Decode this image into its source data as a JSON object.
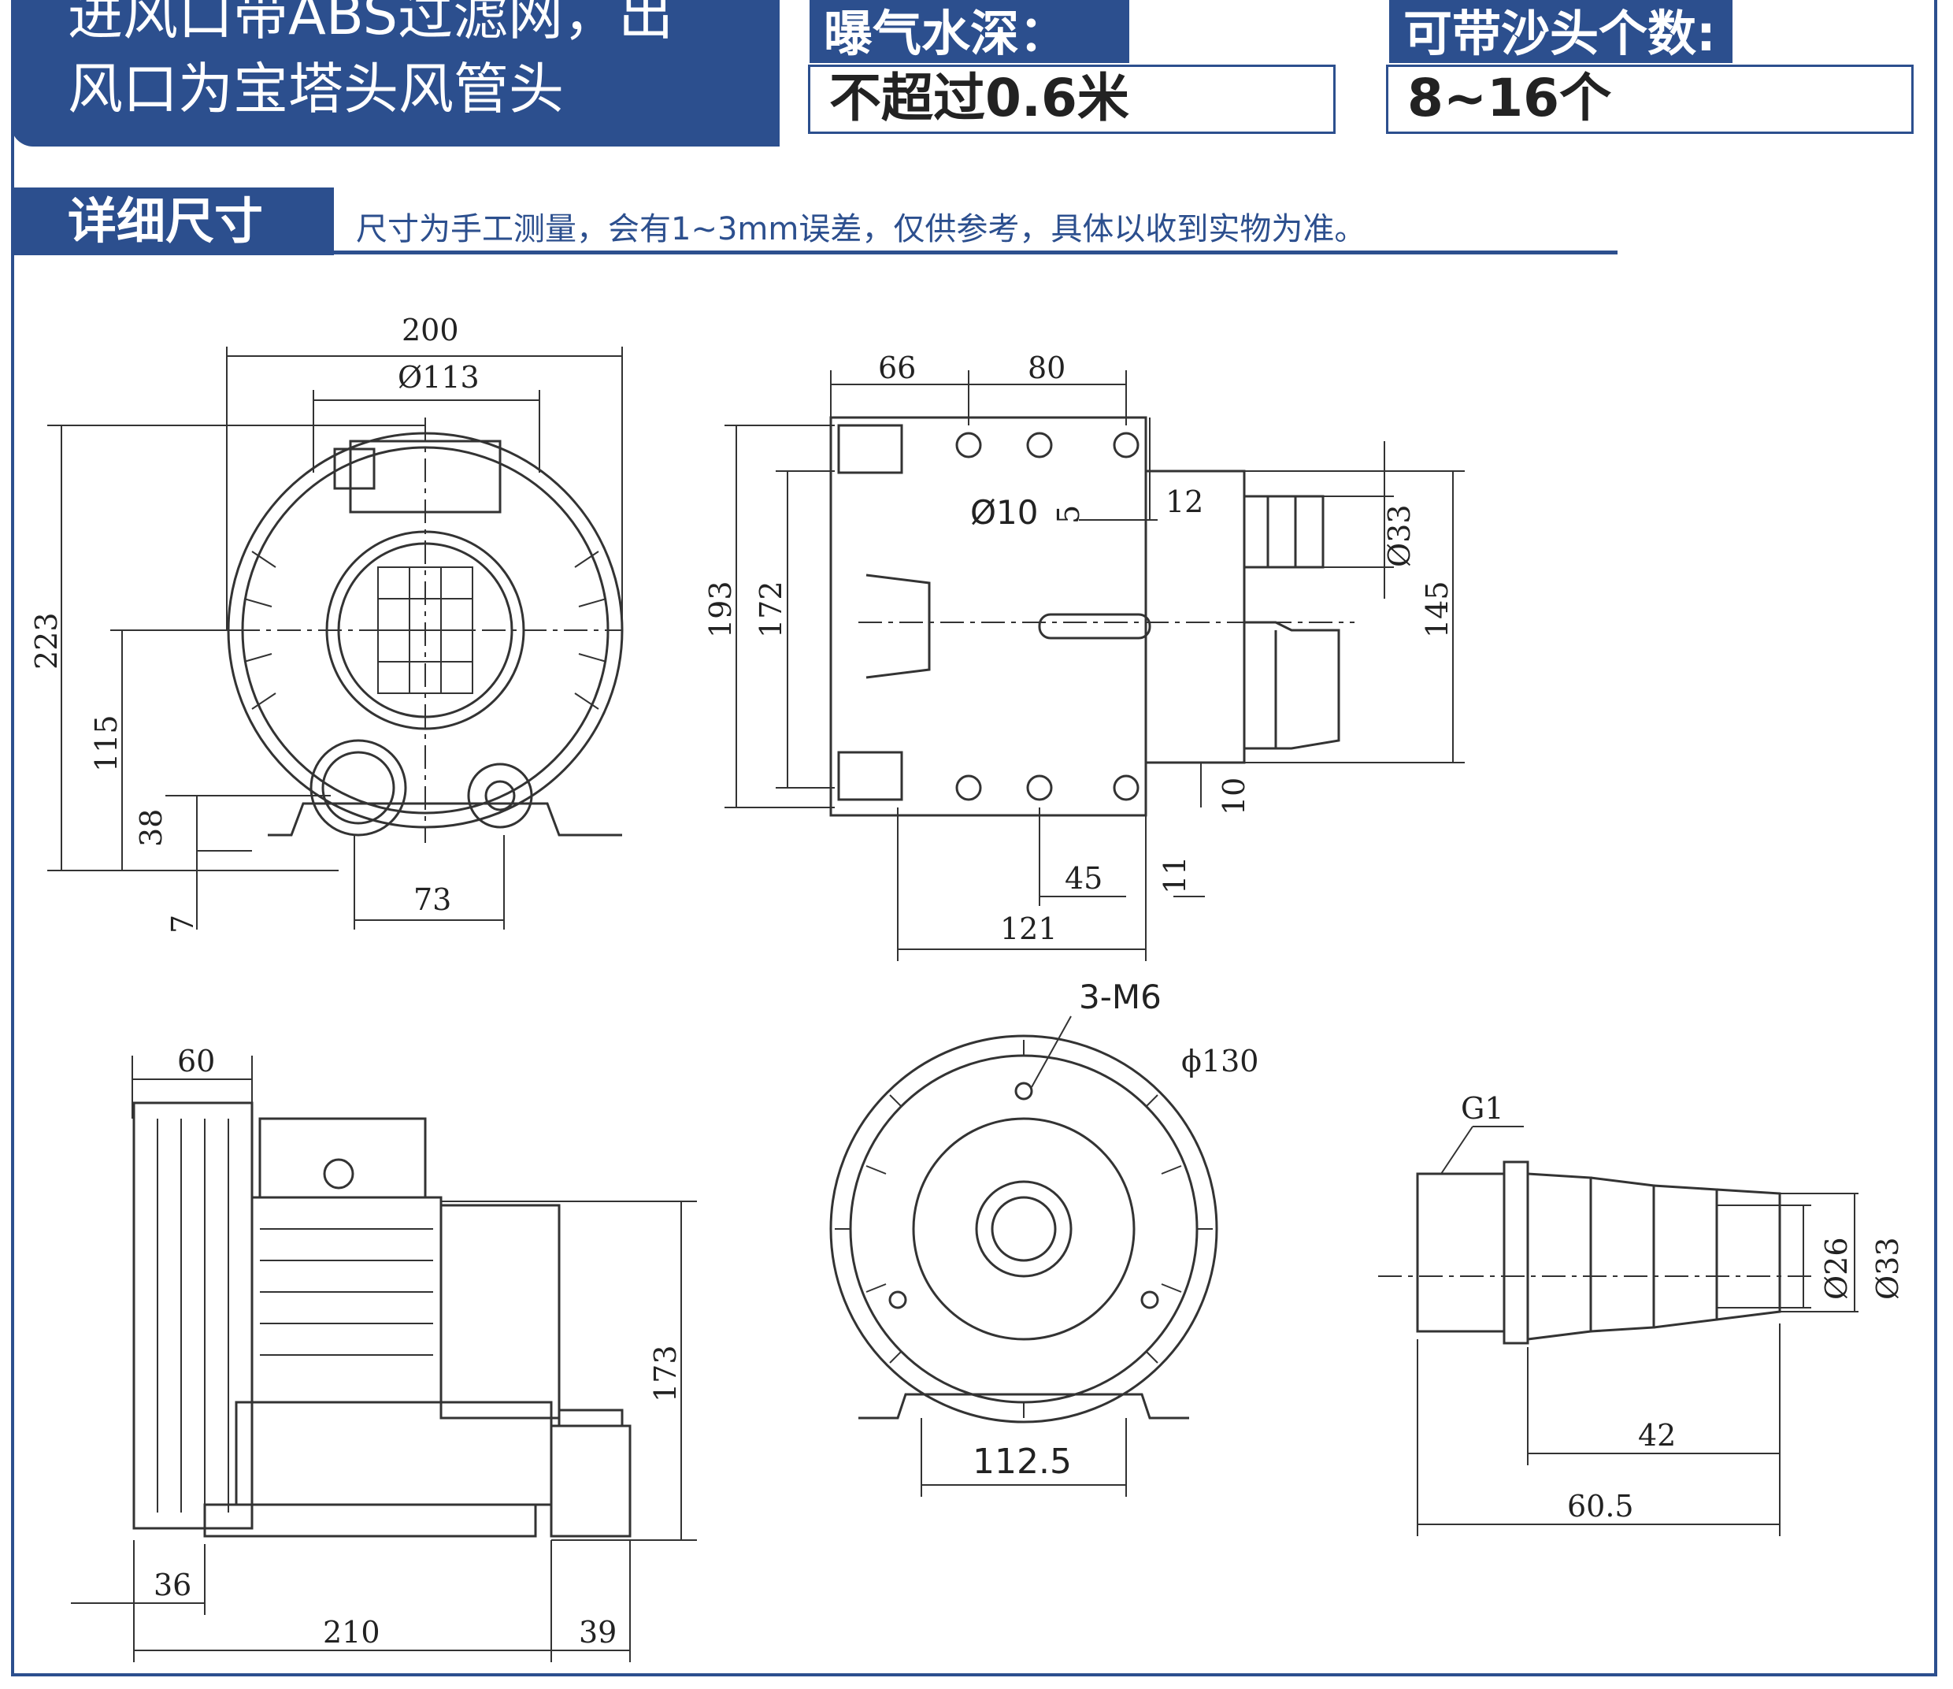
{
  "header": {
    "feature_text": "进风口带ABS过滤网，出\n风口为宝塔头风管头",
    "depth_label": "曝气水深：",
    "depth_value": "不超过0.6米",
    "heads_label": "可带沙头个数:",
    "heads_value": "8~16个"
  },
  "section": {
    "title": "详细尺寸",
    "note": "尺寸为手工测量，会有1~3mm误差，仅供参考，具体以收到实物为准。"
  },
  "views": {
    "front": {
      "w": "200",
      "d_inlet": "Ø113",
      "h": "223",
      "h2": "115",
      "h3": "38",
      "h4": "7",
      "base": "73"
    },
    "top": {
      "a": "66",
      "b": "80",
      "hole": "Ø10",
      "small": "5",
      "c": "12",
      "outlet": "Ø33",
      "h1": "193",
      "h2": "172",
      "h3": "145",
      "d10": "10",
      "d45": "45",
      "d11": "11",
      "d121": "121"
    },
    "side": {
      "a": "60",
      "h": "173",
      "b": "36",
      "len": "210",
      "c": "39"
    },
    "rear": {
      "thread": "3-M6",
      "dia": "ϕ130",
      "base": "112.5"
    },
    "nozzle": {
      "thread": "G1",
      "d1": "Ø26",
      "d2": "Ø33",
      "l1": "42",
      "l2": "60.5"
    }
  },
  "colors": {
    "brand": "#2c4f8e",
    "ink": "#222222"
  }
}
